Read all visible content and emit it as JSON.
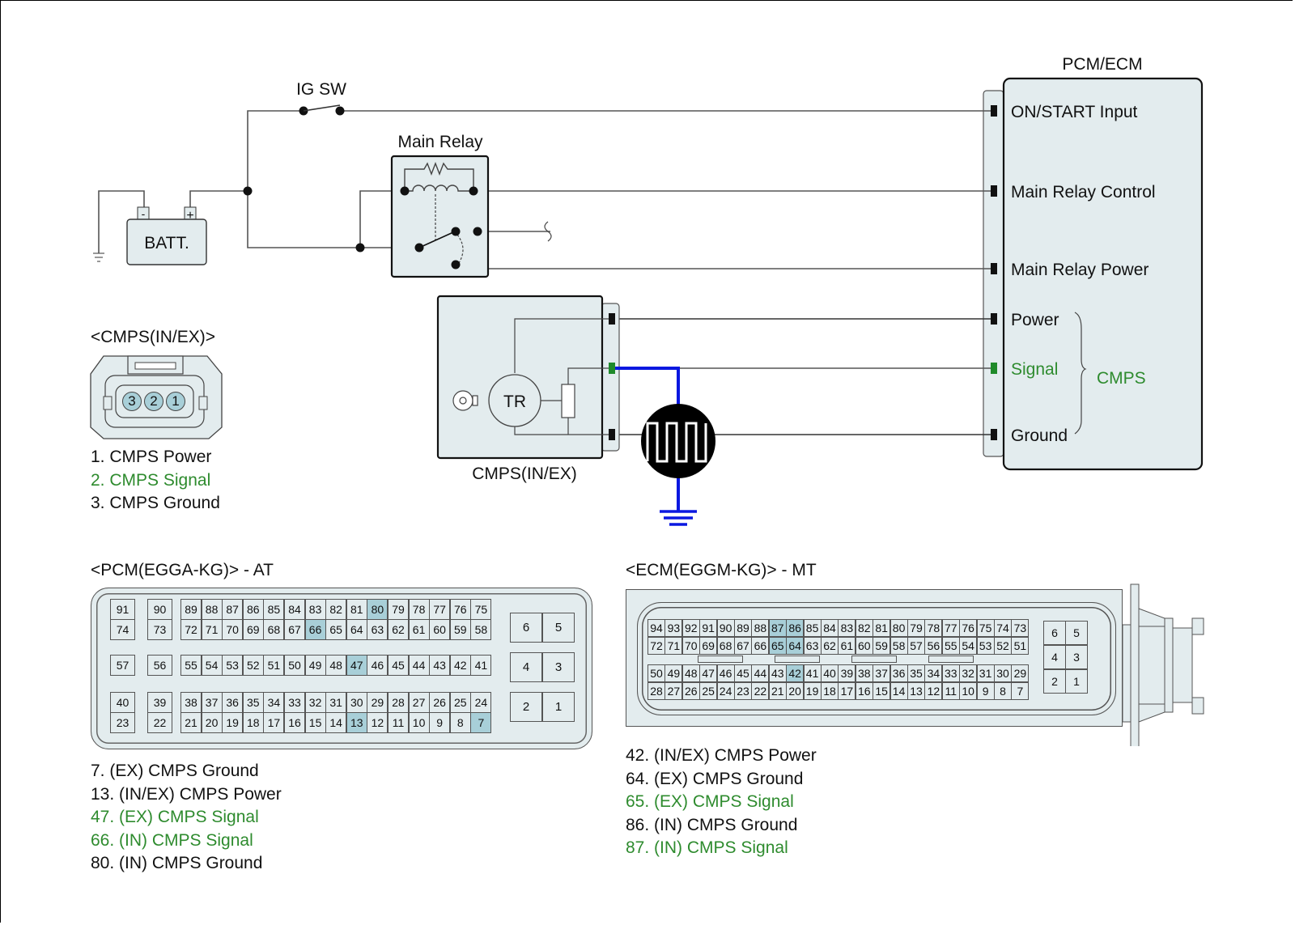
{
  "title": "CMPS (IN/EX) Circuit Diagram",
  "colors": {
    "signal_green": "#2e8b2e",
    "wave_blue": "#0a18e0",
    "module_fill": "#e3ecee",
    "pin_highlight": "#a8cfd8"
  },
  "schematic": {
    "ig_switch_label": "IG SW",
    "main_relay_label": "Main Relay",
    "battery_label": "BATT.",
    "battery_neg": "-",
    "battery_pos": "+",
    "pcm_ecm_label": "PCM/ECM",
    "pcm_pins": [
      {
        "label": "ON/START Input",
        "signal": false
      },
      {
        "label": "Main Relay Control",
        "signal": false
      },
      {
        "label": "Main Relay Power",
        "signal": false
      },
      {
        "label": "Power",
        "signal": false
      },
      {
        "label": "Signal",
        "signal": true
      },
      {
        "label": "Ground",
        "signal": false
      }
    ],
    "cmps_group_label": "CMPS",
    "sensor_label": "CMPS(IN/EX)",
    "sensor_inner": "TR"
  },
  "cmps_connector": {
    "title": "<CMPS(IN/EX)>",
    "pins": [
      "3",
      "2",
      "1"
    ],
    "legend": [
      {
        "text": "1. CMPS Power",
        "signal": false
      },
      {
        "text": "2. CMPS Signal",
        "signal": true
      },
      {
        "text": "3. CMPS Ground",
        "signal": false
      }
    ]
  },
  "pcm_connector": {
    "title": "<PCM(EGGA-KG)> - AT",
    "highlighted": [
      80,
      66,
      47,
      13,
      7
    ],
    "rows": {
      "r1": [
        "91",
        "90",
        "89",
        "88",
        "87",
        "86",
        "85",
        "84",
        "83",
        "82",
        "81",
        "80",
        "79",
        "78",
        "77",
        "76",
        "75"
      ],
      "r2": [
        "74",
        "73",
        "72",
        "71",
        "70",
        "69",
        "68",
        "67",
        "66",
        "65",
        "64",
        "63",
        "62",
        "61",
        "60",
        "59",
        "58"
      ],
      "r3": [
        "57",
        "56",
        "55",
        "54",
        "53",
        "52",
        "51",
        "50",
        "49",
        "48",
        "47",
        "46",
        "45",
        "44",
        "43",
        "42",
        "41"
      ],
      "r4": [
        "40",
        "39",
        "38",
        "37",
        "36",
        "35",
        "34",
        "33",
        "32",
        "31",
        "30",
        "29",
        "28",
        "27",
        "26",
        "25",
        "24"
      ],
      "r5": [
        "23",
        "22",
        "21",
        "20",
        "19",
        "18",
        "17",
        "16",
        "15",
        "14",
        "13",
        "12",
        "11",
        "10",
        "9",
        "8",
        "7"
      ]
    },
    "power_pins": [
      [
        "6",
        "5"
      ],
      [
        "4",
        "3"
      ],
      [
        "2",
        "1"
      ]
    ],
    "legend": [
      {
        "text": "7. (EX) CMPS Ground",
        "signal": false
      },
      {
        "text": "13. (IN/EX) CMPS Power",
        "signal": false
      },
      {
        "text": "47. (EX) CMPS Signal",
        "signal": true
      },
      {
        "text": "66. (IN) CMPS Signal",
        "signal": true
      },
      {
        "text": "80. (IN) CMPS Ground",
        "signal": false
      }
    ]
  },
  "ecm_connector": {
    "title": "<ECM(EGGM-KG)> - MT",
    "highlighted": [
      87,
      86,
      65,
      64,
      42
    ],
    "rows": {
      "r1": [
        "94",
        "93",
        "92",
        "91",
        "90",
        "89",
        "88",
        "87",
        "86",
        "85",
        "84",
        "83",
        "82",
        "81",
        "80",
        "79",
        "78",
        "77",
        "76",
        "75",
        "74",
        "73"
      ],
      "r2": [
        "72",
        "71",
        "70",
        "69",
        "68",
        "67",
        "66",
        "65",
        "64",
        "63",
        "62",
        "61",
        "60",
        "59",
        "58",
        "57",
        "56",
        "55",
        "54",
        "53",
        "52",
        "51"
      ],
      "r3": [
        "50",
        "49",
        "48",
        "47",
        "46",
        "45",
        "44",
        "43",
        "42",
        "41",
        "40",
        "39",
        "38",
        "37",
        "36",
        "35",
        "34",
        "33",
        "32",
        "31",
        "30",
        "29"
      ],
      "r4": [
        "28",
        "27",
        "26",
        "25",
        "24",
        "23",
        "22",
        "21",
        "20",
        "19",
        "18",
        "17",
        "16",
        "15",
        "14",
        "13",
        "12",
        "11",
        "10",
        "9",
        "8",
        "7"
      ]
    },
    "power_pins": [
      [
        "6",
        "5"
      ],
      [
        "4",
        "3"
      ],
      [
        "2",
        "1"
      ]
    ],
    "legend": [
      {
        "text": "42. (IN/EX) CMPS Power",
        "signal": false
      },
      {
        "text": "64. (EX) CMPS Ground",
        "signal": false
      },
      {
        "text": "65. (EX) CMPS Signal",
        "signal": true
      },
      {
        "text": "86. (IN) CMPS Ground",
        "signal": false
      },
      {
        "text": "87. (IN) CMPS Signal",
        "signal": true
      }
    ]
  }
}
